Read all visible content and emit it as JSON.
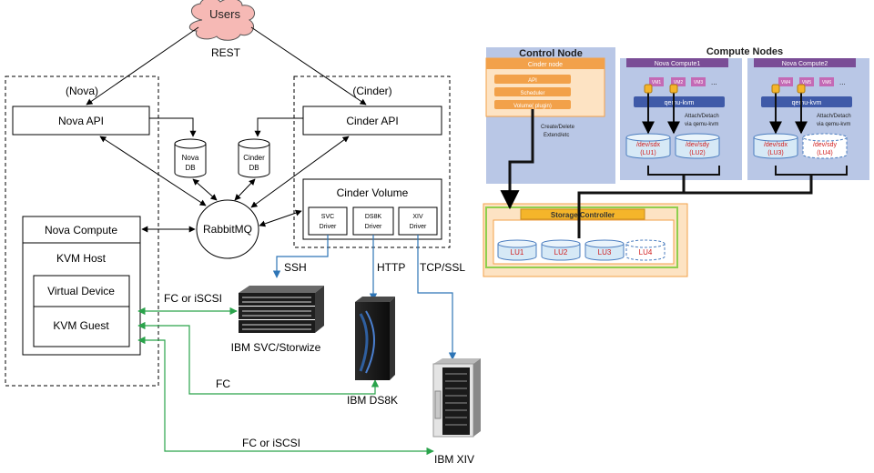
{
  "left": {
    "users": "Users",
    "rest": "REST",
    "nova_group": "(Nova)",
    "cinder_group": "(Cinder)",
    "nova_api": "Nova API",
    "cinder_api": "Cinder API",
    "nova_db_1": "Nova",
    "nova_db_2": "DB",
    "cinder_db_1": "Cinder",
    "cinder_db_2": "DB",
    "rabbitmq": "RabbitMQ",
    "cinder_volume": "Cinder Volume",
    "svc_driver_1": "SVC",
    "svc_driver_2": "Driver",
    "ds8k_driver_1": "DS8K",
    "ds8k_driver_2": "Driver",
    "xiv_driver_1": "XIV",
    "xiv_driver_2": "Driver",
    "nova_compute": "Nova Compute",
    "kvm_host": "KVM Host",
    "virtual_device": "Virtual Device",
    "kvm_guest": "KVM Guest",
    "ssh": "SSH",
    "http": "HTTP",
    "tcp_ssl": "TCP/SSL",
    "fc_iscsi_1": "FC or iSCSI",
    "fc": "FC",
    "fc_iscsi_2": "FC or iSCSI",
    "ibm_svc": "IBM SVC/Storwize",
    "ibm_ds8k": "IBM DS8K",
    "ibm_xiv": "IBM XIV"
  },
  "right": {
    "control_node": "Control Node",
    "compute_nodes": "Compute Nodes",
    "cinder_node": "Cinder node",
    "api": "API",
    "scheduler": "Scheduler",
    "volume_plugin": "Volume(      plugin)",
    "create_delete": "Create/Delete",
    "extend_etc": "Extend/etc",
    "nova_compute1": "Nova Compute1",
    "nova_compute2": "Nova Compute2",
    "vm1": "VM1",
    "vm2": "VM2",
    "vm3": "VM3",
    "vm4": "VM4",
    "vm5": "VM5",
    "vm6": "VM6",
    "dots": "...",
    "qemu_kvm_1": "qemu-kvm",
    "qemu_kvm_2": "qemu-kvm",
    "attach_1": "Attach/Detach",
    "via_1": "via qemu-kvm",
    "attach_2": "Attach/Detach",
    "via_2": "via qemu-kvm",
    "dev_sdx_1": "/dev/sdx",
    "lu1_paren": "(LU1)",
    "dev_sdy_1": "/dev/sdy",
    "lu2_paren": "(LU2)",
    "dev_sdx_2": "/dev/sdx",
    "lu3_paren": "(LU3)",
    "dev_sdy_2": "/dev/sdy",
    "lu4_paren": "(LU4)",
    "storage_controller": "Storage Controller",
    "lu1": "LU1",
    "lu2": "LU2",
    "lu3": "LU3",
    "lu4": "LU4"
  },
  "colors": {
    "panel_blue": "#b9c7e6",
    "orange": "#f2a14a",
    "orange_light": "#fbd3a3",
    "nova_bar": "#7a4d96",
    "qemu_bar": "#3f5aa8",
    "disk_blue": "#d6e9f6",
    "red_text": "#d11a1a",
    "green_link": "#2aa34b",
    "blue_link": "#2e75b6"
  }
}
